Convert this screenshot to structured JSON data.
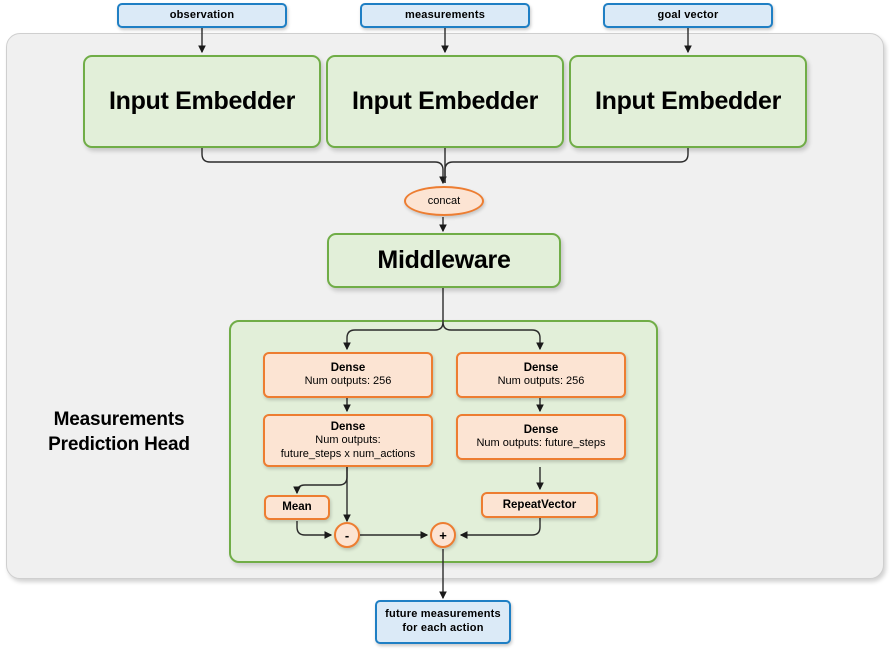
{
  "diagram": {
    "title": "Measurements Prediction Head network diagram",
    "colors": {
      "blue_fill": "#dbeaf7",
      "blue_stroke": "#1f7fc4",
      "green_fill": "#e2efd9",
      "green_stroke": "#70ad47",
      "orange_fill": "#fce4d3",
      "orange_stroke": "#ed7d31",
      "panel_fill": "#f0f0f0",
      "panel_stroke": "#cfcfcf"
    },
    "inputs": [
      {
        "label": "observation"
      },
      {
        "label": "measurements"
      },
      {
        "label": "goal vector"
      }
    ],
    "embedders": [
      {
        "label": "Input Embedder"
      },
      {
        "label": "Input Embedder"
      },
      {
        "label": "Input Embedder"
      }
    ],
    "concat": {
      "label": "concat"
    },
    "middleware": {
      "label": "Middleware"
    },
    "head": {
      "label_line1": "Measurements",
      "label_line2": "Prediction Head",
      "left_branch": [
        {
          "title": "Dense",
          "sub1": "Num outputs: 256",
          "sub2": ""
        },
        {
          "title": "Dense",
          "sub1": "Num outputs:",
          "sub2": "future_steps x num_actions"
        }
      ],
      "right_branch": [
        {
          "title": "Dense",
          "sub1": "Num outputs: 256",
          "sub2": ""
        },
        {
          "title": "Dense",
          "sub1": "Num outputs: future_steps",
          "sub2": ""
        }
      ],
      "mean": {
        "label": "Mean"
      },
      "repeat_vector": {
        "label": "RepeatVector"
      },
      "subtract_op": {
        "label": "-"
      },
      "add_op": {
        "label": "+"
      }
    },
    "output": {
      "line1": "future measurements",
      "line2": "for each action"
    }
  }
}
